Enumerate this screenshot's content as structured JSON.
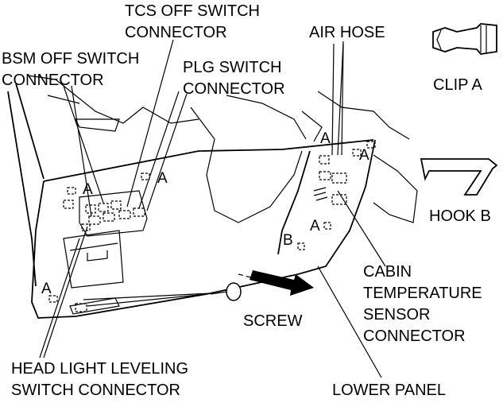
{
  "labels": {
    "tcs_off_line1": "TCS OFF SWITCH",
    "tcs_off_line2": "CONNECTOR",
    "air_hose": "AIR HOSE",
    "bsm_off_line1": "BSM OFF SWITCH",
    "bsm_off_line2": "CONNECTOR",
    "plg_line1": "PLG SWITCH",
    "plg_line2": "CONNECTOR",
    "clip_a": "CLIP A",
    "hook_b": "HOOK B",
    "cabin_line1": "CABIN",
    "cabin_line2": "TEMPERATURE",
    "cabin_line3": "SENSOR",
    "cabin_line4": "CONNECTOR",
    "screw": "SCREW",
    "headlight_line1": "HEAD LIGHT LEVELING",
    "headlight_line2": "SWITCH CONNECTOR",
    "lower_panel": "LOWER PANEL"
  },
  "markers": {
    "a_top_right_1": "A",
    "a_top_right_2": "A",
    "a_center": "A",
    "a_left_upper": "A",
    "a_left_lower": "A",
    "a_right_mid": "A",
    "b_right": "B"
  }
}
